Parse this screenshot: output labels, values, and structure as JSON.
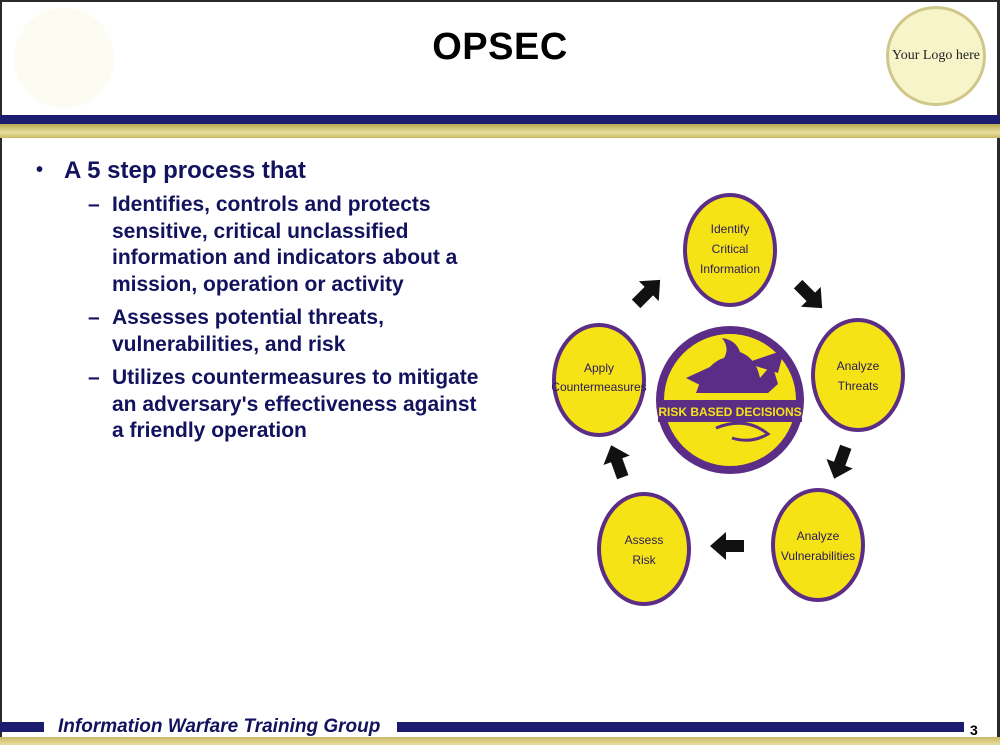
{
  "slide": {
    "title": "OPSEC",
    "logo_text": "Your Logo here",
    "footer": "Information Warfare Training Group",
    "page_number": "3"
  },
  "content": {
    "main_bullet": "A 5 step process that",
    "sub_bullets": [
      "Identifies, controls and protects sensitive, critical unclassified information and indicators about a mission, operation or activity",
      "Assesses potential threats, vulnerabilities, and risk",
      "Utilizes countermeasures to mitigate an adversary's effectiveness against a friendly operation"
    ]
  },
  "diagram": {
    "center_label": "RISK BASED DECISIONS",
    "steps": [
      {
        "line1": "Identify",
        "line2": "Critical",
        "line3": "Information"
      },
      {
        "line1": "Analyze",
        "line2": "Threats"
      },
      {
        "line1": "Analyze",
        "line2": "Vulnerabilities"
      },
      {
        "line1": "Assess",
        "line2": "Risk"
      },
      {
        "line1": "Apply",
        "line2": "Countermeasures"
      }
    ],
    "colors": {
      "fill": "#f5e316",
      "stroke": "#5b2d86",
      "arrow": "#111111",
      "navy": "#1c1c6e",
      "gold": "#c9b864"
    }
  }
}
